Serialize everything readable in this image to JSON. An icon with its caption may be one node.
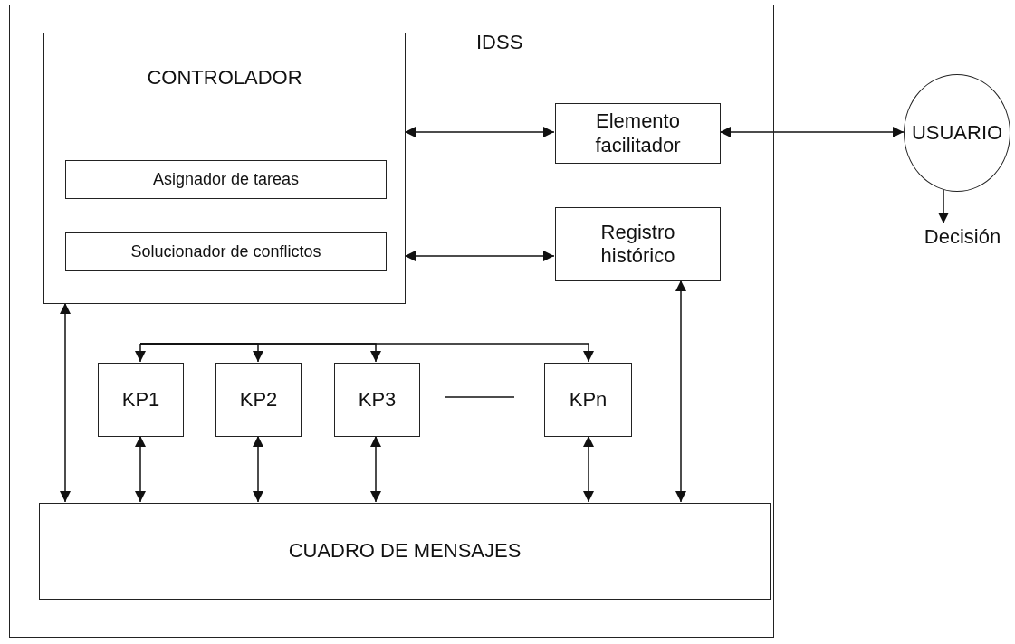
{
  "diagram": {
    "nodes": [
      {
        "text": [
          "IDSS"
        ]
      },
      {
        "text": [
          "CONTROLADOR"
        ],
        "in": 0
      },
      {
        "text": [
          "Asignador de tareas"
        ],
        "in": 1
      },
      {
        "text": [
          "Solucionador de conflictos"
        ],
        "in": 1
      },
      {
        "text": [
          "Elemento facilitador"
        ],
        "in": 0
      },
      {
        "text": [
          "Registro histórico"
        ],
        "in": 0
      },
      {
        "text": [
          "KP1"
        ],
        "in": 0
      },
      {
        "text": [
          "KP2"
        ],
        "in": 0
      },
      {
        "text": [
          "KP3"
        ],
        "in": 0
      },
      {
        "text": [
          "KPn"
        ],
        "in": 0
      },
      {
        "text": [
          "CUADRO DE MENSAJES"
        ],
        "in": 0
      },
      {
        "text": [
          "USUARIO"
        ]
      },
      {
        "text": [
          "Decisión"
        ]
      }
    ],
    "edges": [
      {
        "from": 1,
        "to": 4,
        "arrow": "both"
      },
      {
        "from": 4,
        "to": 11,
        "arrow": "both"
      },
      {
        "from": 1,
        "to": 5,
        "arrow": "both"
      },
      {
        "from": 11,
        "to": 12,
        "arrow": "to"
      },
      {
        "from": 1,
        "to": 10,
        "arrow": "both"
      },
      {
        "from": 5,
        "to": 10,
        "arrow": "both"
      },
      {
        "from": 6,
        "to": 10,
        "arrow": "both"
      },
      {
        "from": 7,
        "to": 10,
        "arrow": "both"
      },
      {
        "from": 8,
        "to": 10,
        "arrow": "both"
      },
      {
        "from": 9,
        "to": 10,
        "arrow": "both"
      },
      {
        "from": null,
        "to": 6,
        "arrow": "to"
      },
      {
        "from": null,
        "to": 7,
        "arrow": "to"
      },
      {
        "from": null,
        "to": 8,
        "arrow": "to"
      },
      {
        "from": null,
        "to": 9,
        "arrow": "to"
      }
    ]
  }
}
